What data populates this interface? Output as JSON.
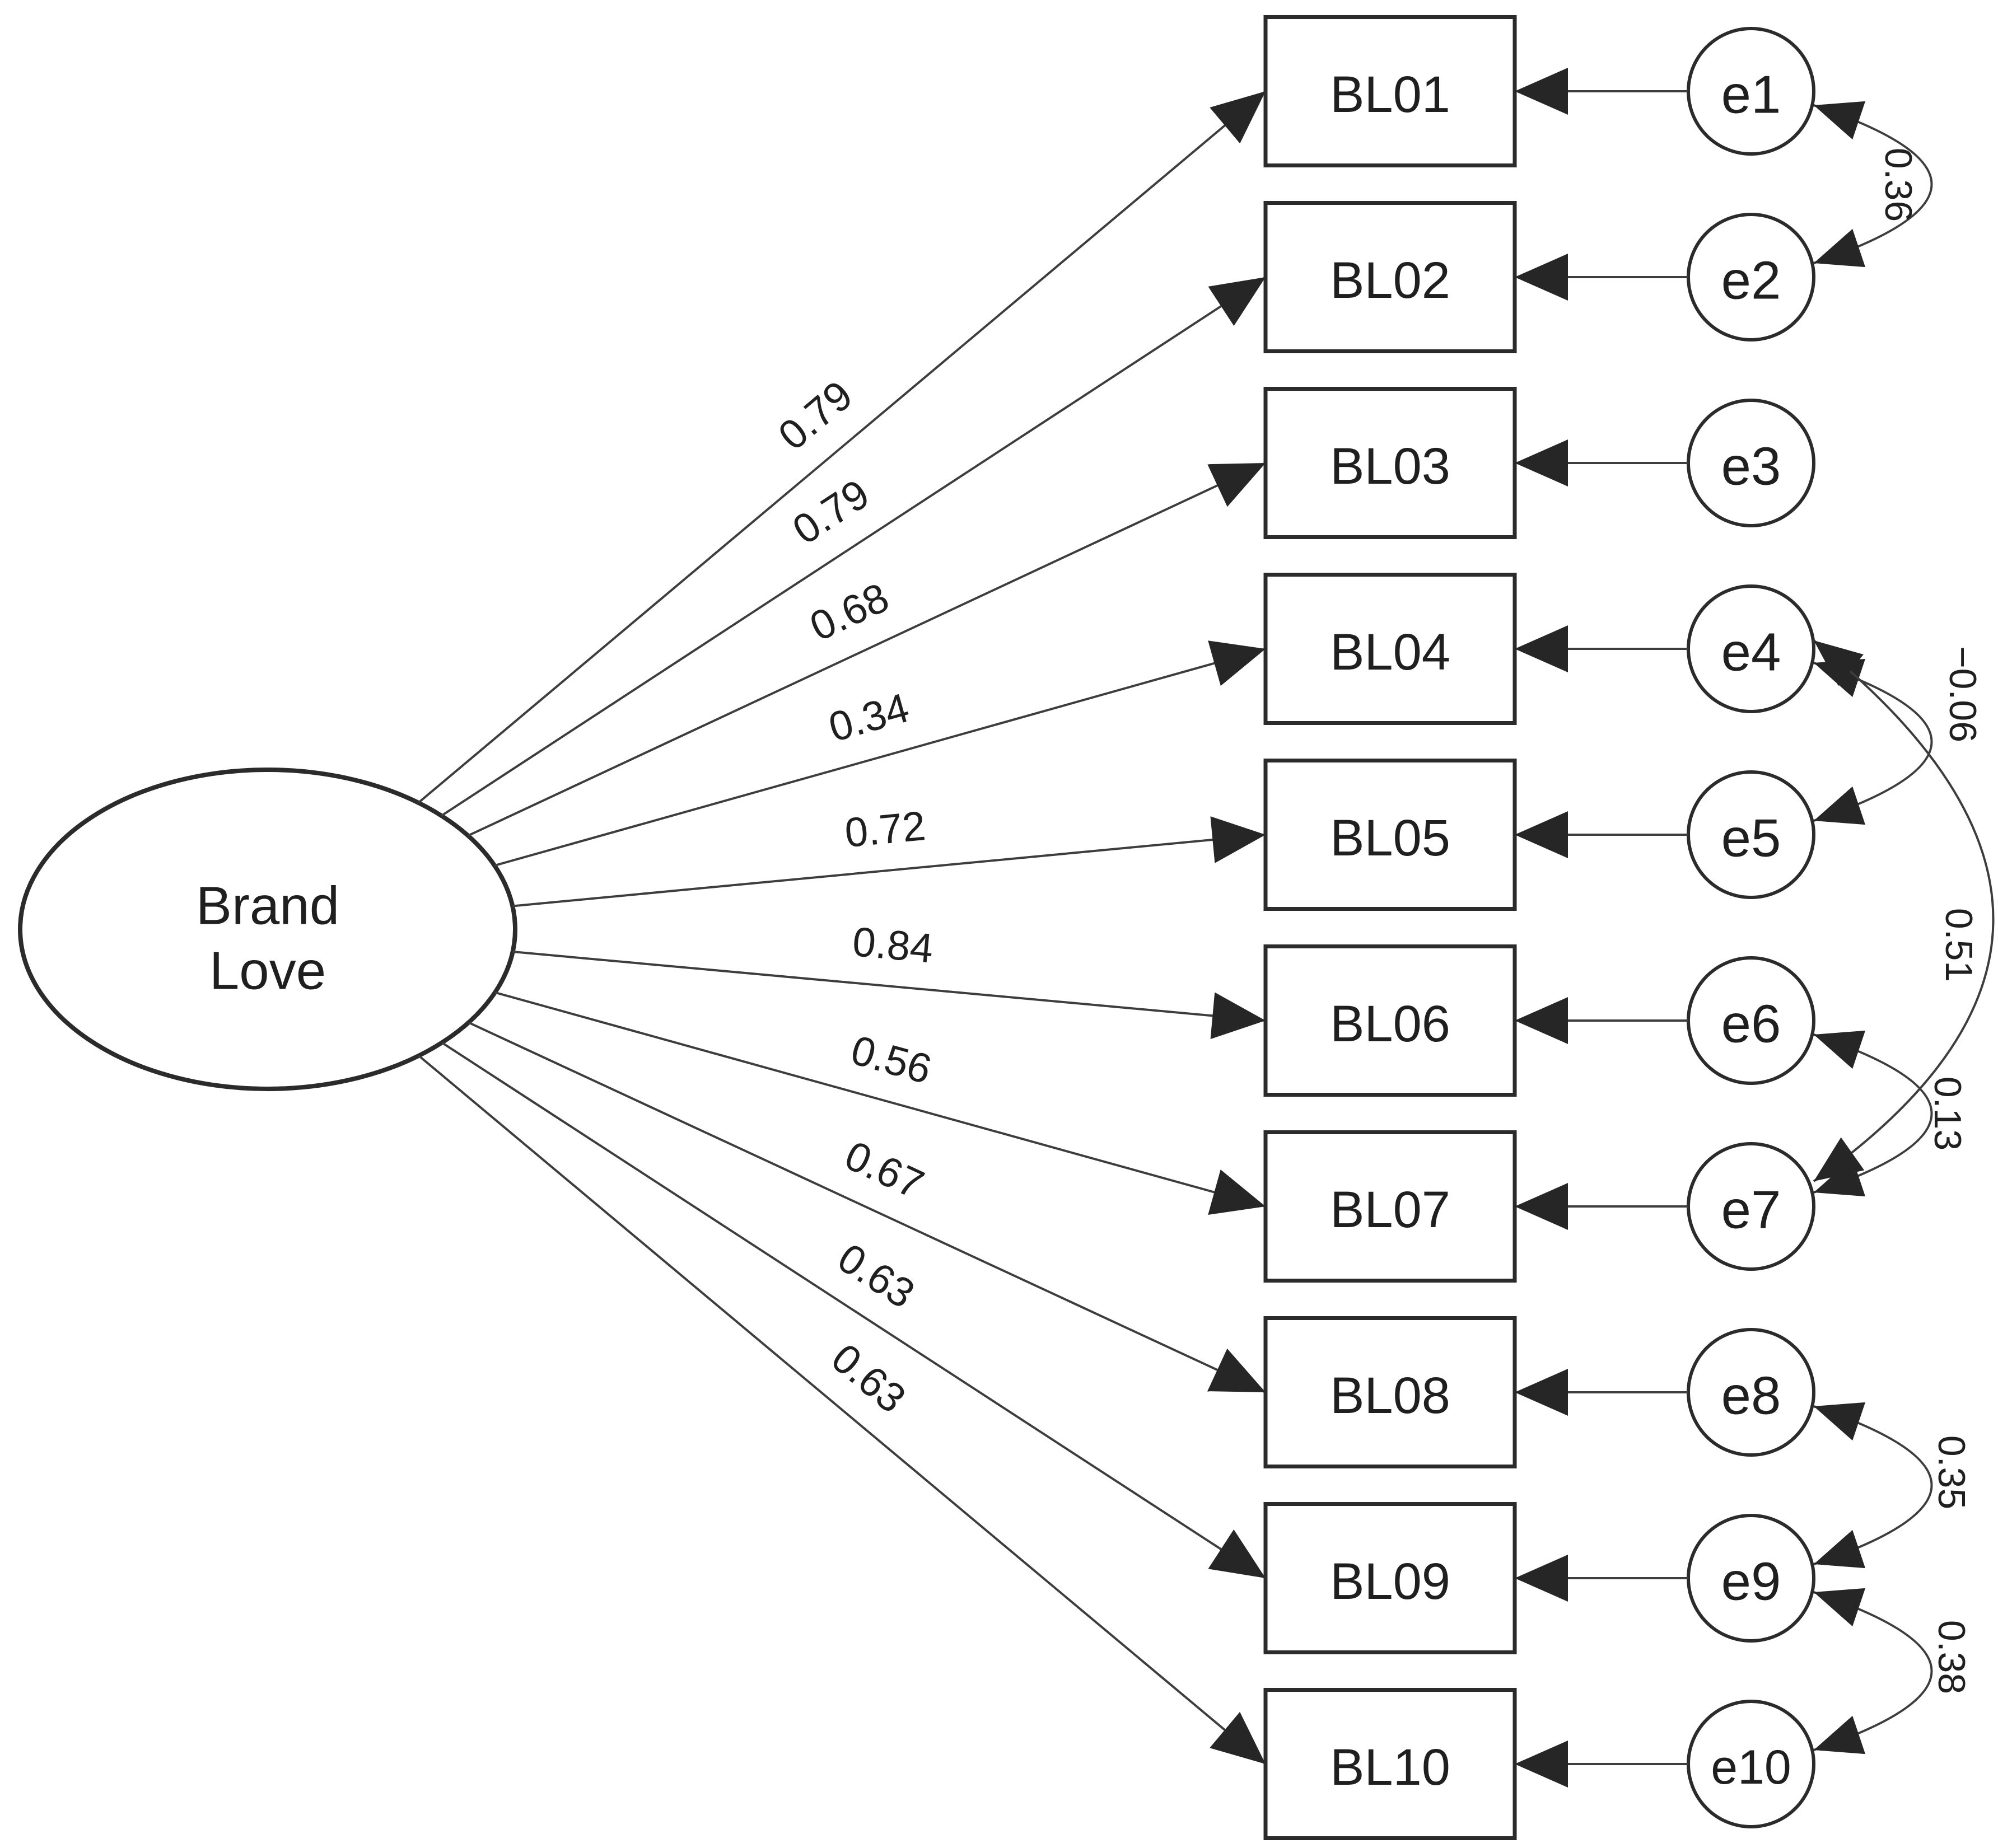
{
  "diagram": {
    "kind": "sem-path-diagram",
    "latent": {
      "label": "Brand Love",
      "label_lines": [
        "Brand",
        "Love"
      ]
    },
    "indicators": [
      {
        "label": "BL01",
        "loading": "0.79",
        "error": "e1"
      },
      {
        "label": "BL02",
        "loading": "0.79",
        "error": "e2"
      },
      {
        "label": "BL03",
        "loading": "0.68",
        "error": "e3"
      },
      {
        "label": "BL04",
        "loading": "0.34",
        "error": "e4"
      },
      {
        "label": "BL05",
        "loading": "0.72",
        "error": "e5"
      },
      {
        "label": "BL06",
        "loading": "0.84",
        "error": "e6"
      },
      {
        "label": "BL07",
        "loading": "0.56",
        "error": "e7"
      },
      {
        "label": "BL08",
        "loading": "0.67",
        "error": "e8"
      },
      {
        "label": "BL09",
        "loading": "0.63",
        "error": "e9"
      },
      {
        "label": "BL10",
        "loading": "0.63",
        "error": "e10"
      }
    ],
    "error_covariances": [
      {
        "between": [
          "e1",
          "e2"
        ],
        "value": "0.36"
      },
      {
        "between": [
          "e4",
          "e5"
        ],
        "value": "−0.06"
      },
      {
        "between": [
          "e4",
          "e7"
        ],
        "value": "0.51"
      },
      {
        "between": [
          "e6",
          "e7"
        ],
        "value": "0.13"
      },
      {
        "between": [
          "e8",
          "e9"
        ],
        "value": "0.35"
      },
      {
        "between": [
          "e9",
          "e10"
        ],
        "value": "0.38"
      }
    ],
    "colors": {
      "background": "#ffffff",
      "shape_stroke": "#2b2b2b",
      "line_stroke": "#3d3d3d",
      "arrow_fill": "#262626",
      "text": "#1f1f1f"
    }
  }
}
